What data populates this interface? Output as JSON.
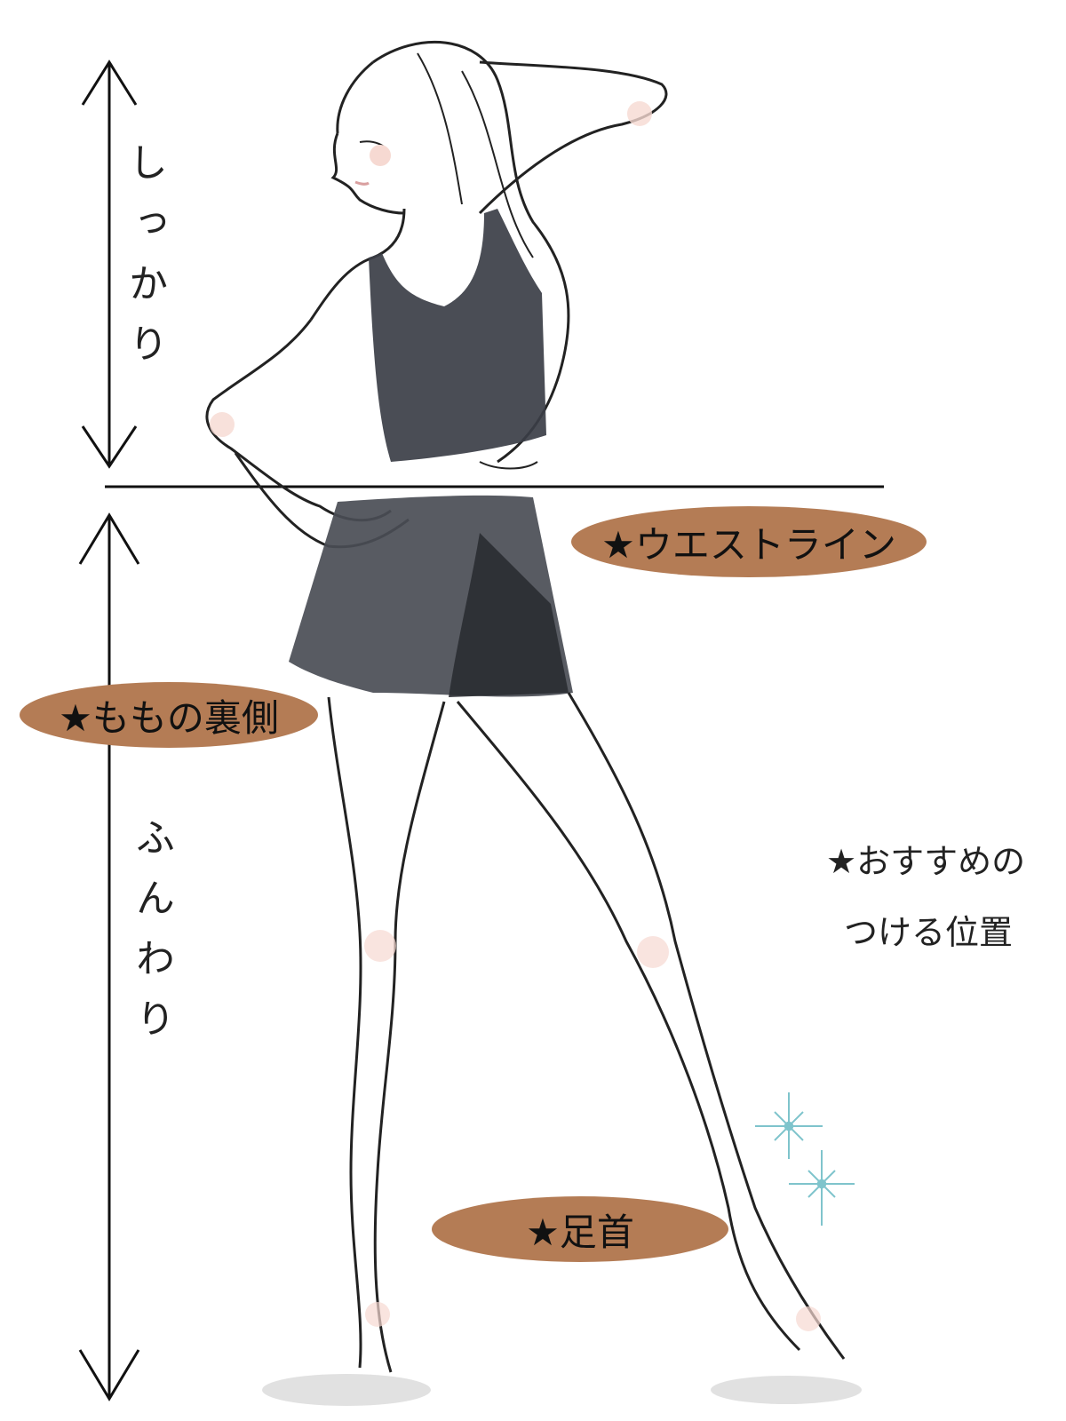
{
  "labels": {
    "firm": "しっかり",
    "soft": "ふんわり"
  },
  "tags": {
    "waist": "★ウエストライン",
    "thigh": "★ももの裏側",
    "ankle": "★足首"
  },
  "note": {
    "line1": "★おすすめの",
    "line2": "つける位置"
  },
  "colors": {
    "tag_fill": "#b47c55",
    "line": "#111111",
    "sparkle": "#7fc4cc",
    "garment": "#3b3e46",
    "skin_blush": "#f6d9d2"
  },
  "icons": {
    "up_arrow": "double-headed-arrow",
    "sparkle": "sparkle-icon"
  }
}
